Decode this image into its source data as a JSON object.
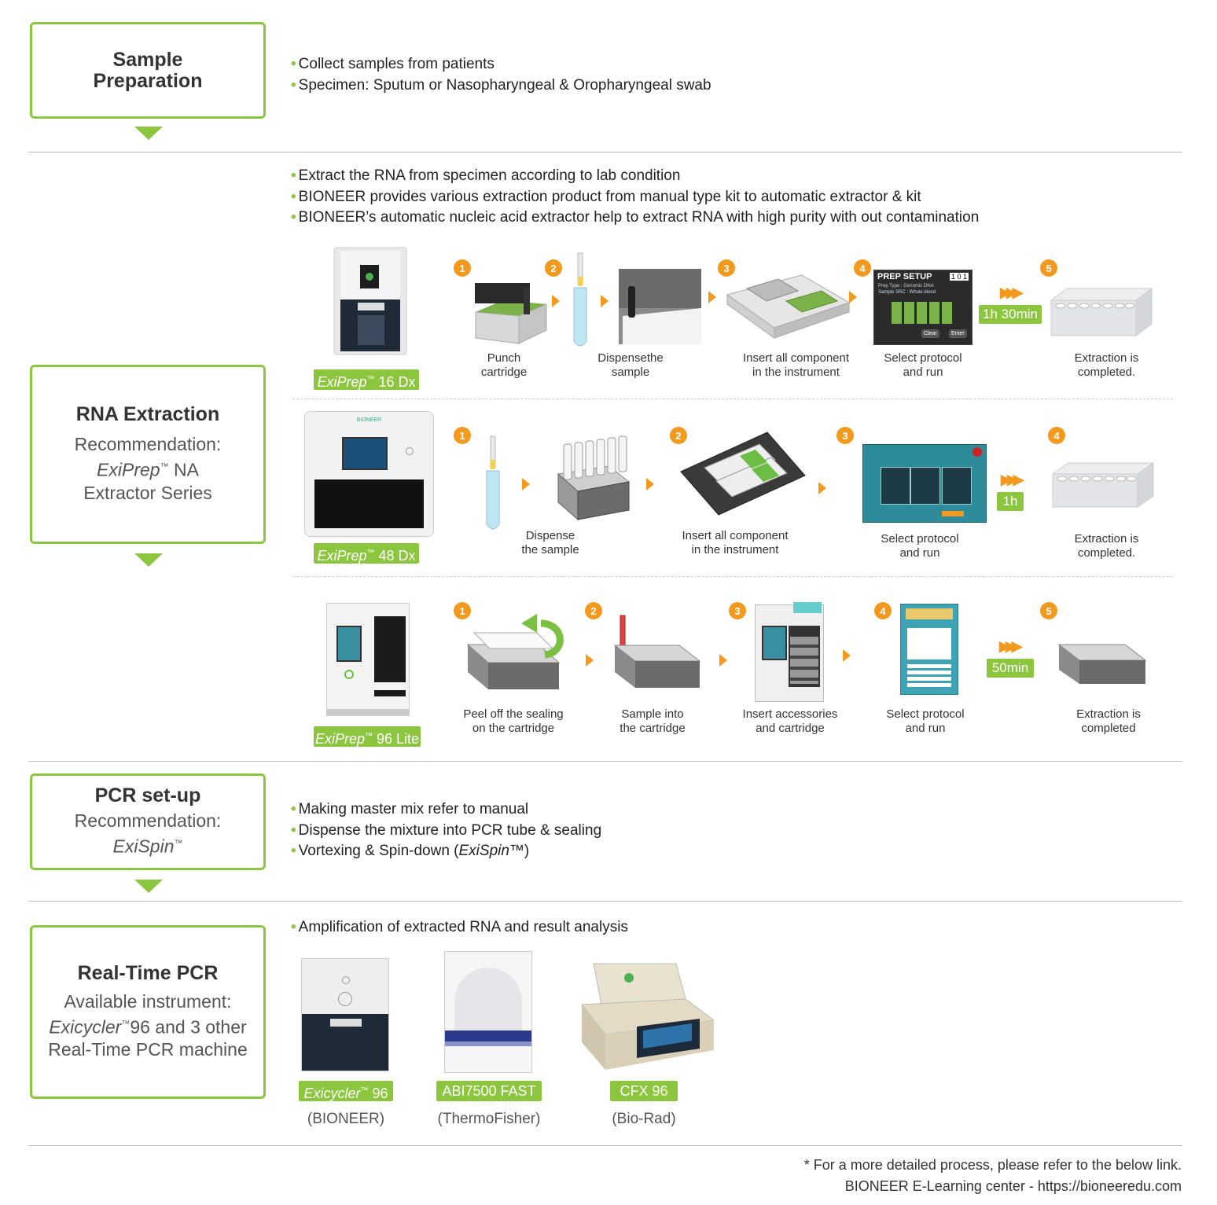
{
  "stages": {
    "sample_prep": {
      "title1": "Sample",
      "title2": "Preparation"
    },
    "rna_extraction": {
      "title": "RNA Extraction",
      "sub1": "Recommendation:",
      "sub2_brand": "ExiPrep",
      "sub2_rest": " NA",
      "sub3": "Extractor Series"
    },
    "pcr_setup": {
      "title": "PCR set-up",
      "sub1": "Recommendation:",
      "sub2_brand": "ExiSpin"
    },
    "realtime_pcr": {
      "title": "Real-Time PCR",
      "sub1": "Available instrument:",
      "sub2_brand": "Exicycler",
      "sub2_rest": "96 and 3 other",
      "sub3": "Real-Time PCR machine"
    }
  },
  "bullets": {
    "sample_prep": [
      "Collect samples from patients",
      "Specimen: Sputum or Nasopharyngeal & Oropharyngeal swab"
    ],
    "rna_extraction": [
      "Extract the RNA from specimen according to lab condition",
      "BIONEER provides various extraction product from manual type kit to automatic extractor & kit",
      "BIONEER’s automatic nucleic acid extractor help to extract RNA with high purity with out contamination"
    ],
    "pcr_setup": [
      "Making master mix refer to manual",
      "Dispense the mixture into PCR tube & sealing",
      "Vortexing & Spin-down ("
    ],
    "pcr_setup_brand": "ExiSpin",
    "pcr_setup_close": "™)",
    "realtime_pcr": [
      "Amplification of extracted RNA and result analysis"
    ]
  },
  "tm": "™",
  "products": {
    "p16": {
      "brand": "ExiPrep",
      "model": " 16 Dx"
    },
    "p48": {
      "brand": "ExiPrep",
      "model": " 48 Dx"
    },
    "p96": {
      "brand": "ExiPrep",
      "model": " 96 Lite"
    }
  },
  "row1": {
    "steps": [
      "1",
      "2",
      "3",
      "4",
      "5"
    ],
    "captions": [
      [
        "Punch",
        "cartridge"
      ],
      [
        "Dispensethe",
        "sample"
      ],
      [
        "Insert all component",
        "in the instrument"
      ],
      [
        "Select protocol",
        "and run"
      ],
      [
        "Extraction is",
        "completed."
      ]
    ],
    "time": "1h 30min",
    "screen": {
      "title": "PREP SETUP",
      "digits": "1 0 1",
      "line1": "Prep Type : Genomic DNA",
      "line2": "Sample SRC : Whole blood",
      "clear": "Clear",
      "enter": "Enter"
    }
  },
  "row2": {
    "brand_logo": "BIONEER",
    "steps": [
      "1",
      "2",
      "3",
      "4"
    ],
    "captions": [
      [
        "Dispense",
        "the sample"
      ],
      [
        "Insert all component",
        "in the instrument"
      ],
      [
        "Select protocol",
        "and run"
      ],
      [
        "Extraction is",
        "completed."
      ]
    ],
    "time": "1h"
  },
  "row3": {
    "steps": [
      "1",
      "2",
      "3",
      "4",
      "5"
    ],
    "captions": [
      [
        "Peel off the sealing",
        "on the cartridge"
      ],
      [
        "Sample into",
        "the cartridge"
      ],
      [
        "Insert accessories",
        "and cartridge"
      ],
      [
        "Select protocol",
        "and run"
      ],
      [
        "Extraction is",
        "completed"
      ]
    ],
    "time": "50min"
  },
  "instruments": [
    {
      "brand": "Exicycler",
      "model": " 96",
      "maker": "(BIONEER)"
    },
    {
      "brand": "",
      "model": "ABI7500 FAST",
      "maker": "(ThermoFisher)"
    },
    {
      "brand": "",
      "model": "CFX 96",
      "maker": "(Bio-Rad)"
    }
  ],
  "footer": {
    "line1": "* For a more detailed process, please refer to the below link.",
    "line2": "BIONEER E-Learning center  - https://bioneeredu.com"
  },
  "colors": {
    "green": "#8cc63f",
    "orange": "#f39a1e",
    "rule": "#bbbbbb"
  }
}
